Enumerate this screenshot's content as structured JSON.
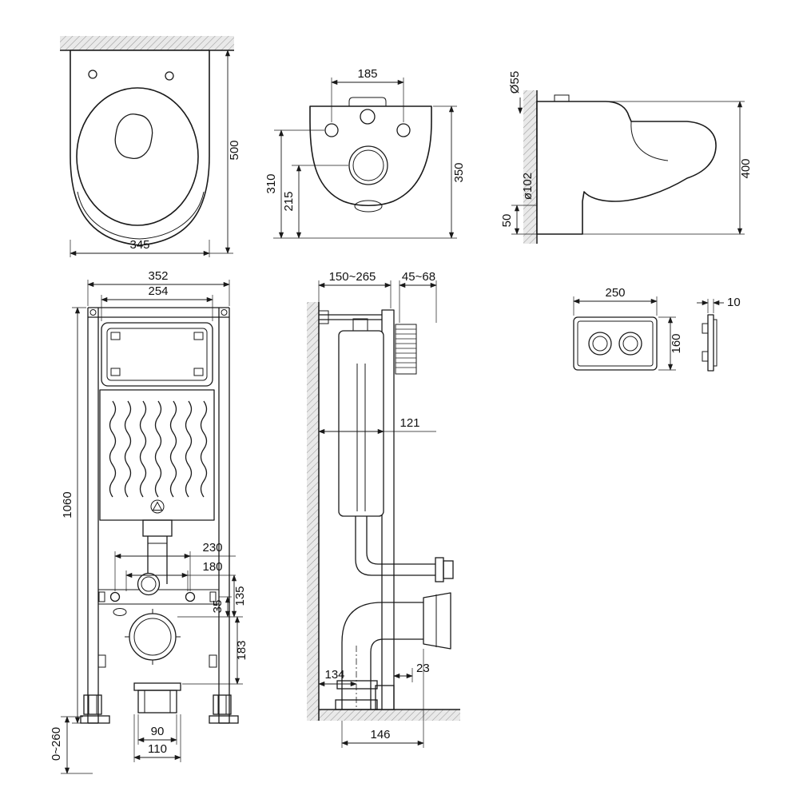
{
  "page": {
    "background": "#ffffff",
    "line_color": "#1a1a1a"
  },
  "views": {
    "toilet_front": {
      "dims": {
        "height": "500",
        "width": "345"
      }
    },
    "toilet_back": {
      "dims": {
        "hole_spacing": "185",
        "upper_fixing": "310",
        "drain_center": "215",
        "overall": "350"
      }
    },
    "toilet_side": {
      "dims": {
        "inlet_diameter": "Ø55",
        "height": "400",
        "drain_offset": "50",
        "drain_diameter": "ø102"
      }
    },
    "frame_front": {
      "dims": {
        "outer_width": "352",
        "window_width": "254",
        "height": "1060",
        "hole_span": "230",
        "rod_span": "180",
        "offset_135": "135",
        "offset_35": "35",
        "offset_183": "183",
        "outlet_inner": "90",
        "outlet_outer": "110",
        "leg_adjust": "0~260"
      }
    },
    "frame_side": {
      "dims": {
        "depth_range": "150~265",
        "finish_range": "45~68",
        "pipe_center": "121",
        "drain_center": "134",
        "clearance": "23",
        "floor_outlet": "146"
      }
    },
    "flush_plate": {
      "dims": {
        "width": "250",
        "height": "160",
        "thickness": "10"
      }
    }
  }
}
